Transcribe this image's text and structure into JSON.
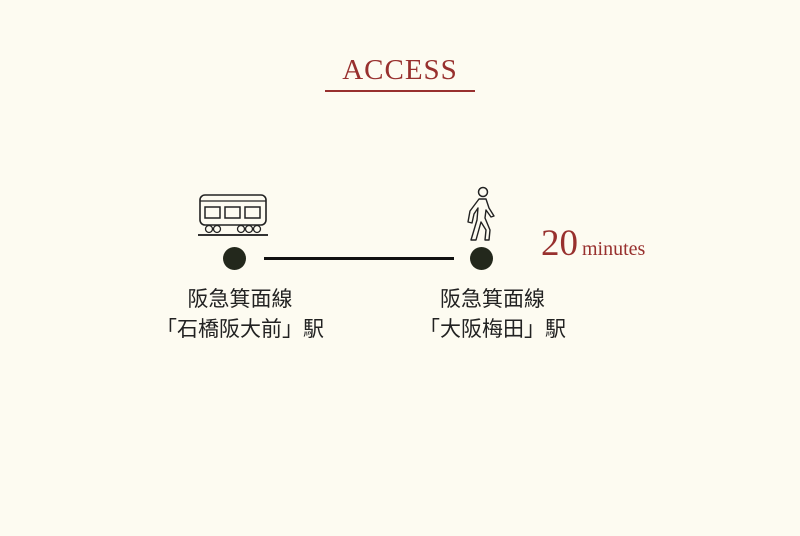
{
  "title": "ACCESS",
  "route": {
    "from": {
      "line": "阪急箕面線",
      "station": "「石橋阪大前」駅",
      "icon": "train-icon"
    },
    "to": {
      "line": "阪急箕面線",
      "station": "「大阪梅田」駅",
      "icon": "walking-person-icon"
    },
    "duration_value": "20",
    "duration_unit": "minutes"
  },
  "colors": {
    "accent": "#98302e",
    "background": "#fdfbf1",
    "dot": "#23281c"
  }
}
